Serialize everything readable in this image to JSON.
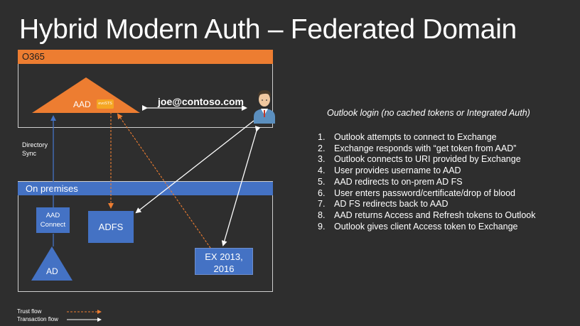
{
  "title": "Hybrid Modern Auth – Federated Domain",
  "colors": {
    "background": "#2e2e2e",
    "o365_bar": "#ed7d31",
    "onprem_bar": "#4472c4",
    "trust_flow": "#ed7d31",
    "transaction_flow": "#ffffff"
  },
  "o365": {
    "label": "O365",
    "aad_label": "AAD",
    "evosts_label": "evoSTS"
  },
  "user": {
    "email": "joe@contoso.com",
    "icon": "user-icon"
  },
  "directory_sync": {
    "line1": "Directory",
    "line2": "Sync"
  },
  "onprem": {
    "label": "On premises",
    "aad_connect_line1": "AAD",
    "aad_connect_line2": "Connect",
    "adfs_label": "ADFS",
    "ad_label": "AD",
    "ex_line1": "EX 2013,",
    "ex_line2": "2016"
  },
  "flow_description": {
    "header": "Outlook login (no cached tokens or Integrated Auth)",
    "steps": [
      {
        "num": "1.",
        "text": "Outlook attempts to connect to Exchange"
      },
      {
        "num": "2.",
        "text": "Exchange responds with “get token from AAD”"
      },
      {
        "num": "3.",
        "text": "Outlook connects to URI provided by Exchange"
      },
      {
        "num": "4.",
        "text": "User provides username to AAD"
      },
      {
        "num": "5.",
        "text": "AAD redirects to on-prem AD FS"
      },
      {
        "num": "6.",
        "text": "User enters password/certificate/drop of blood"
      },
      {
        "num": "7.",
        "text": "AD FS redirects back to AAD"
      },
      {
        "num": "8.",
        "text": "AAD returns Access and Refresh tokens to Outlook"
      },
      {
        "num": "9.",
        "text": "Outlook gives client Access token to Exchange"
      }
    ]
  },
  "legend": {
    "trust_flow": "Trust flow",
    "transaction_flow": "Transaction flow"
  }
}
